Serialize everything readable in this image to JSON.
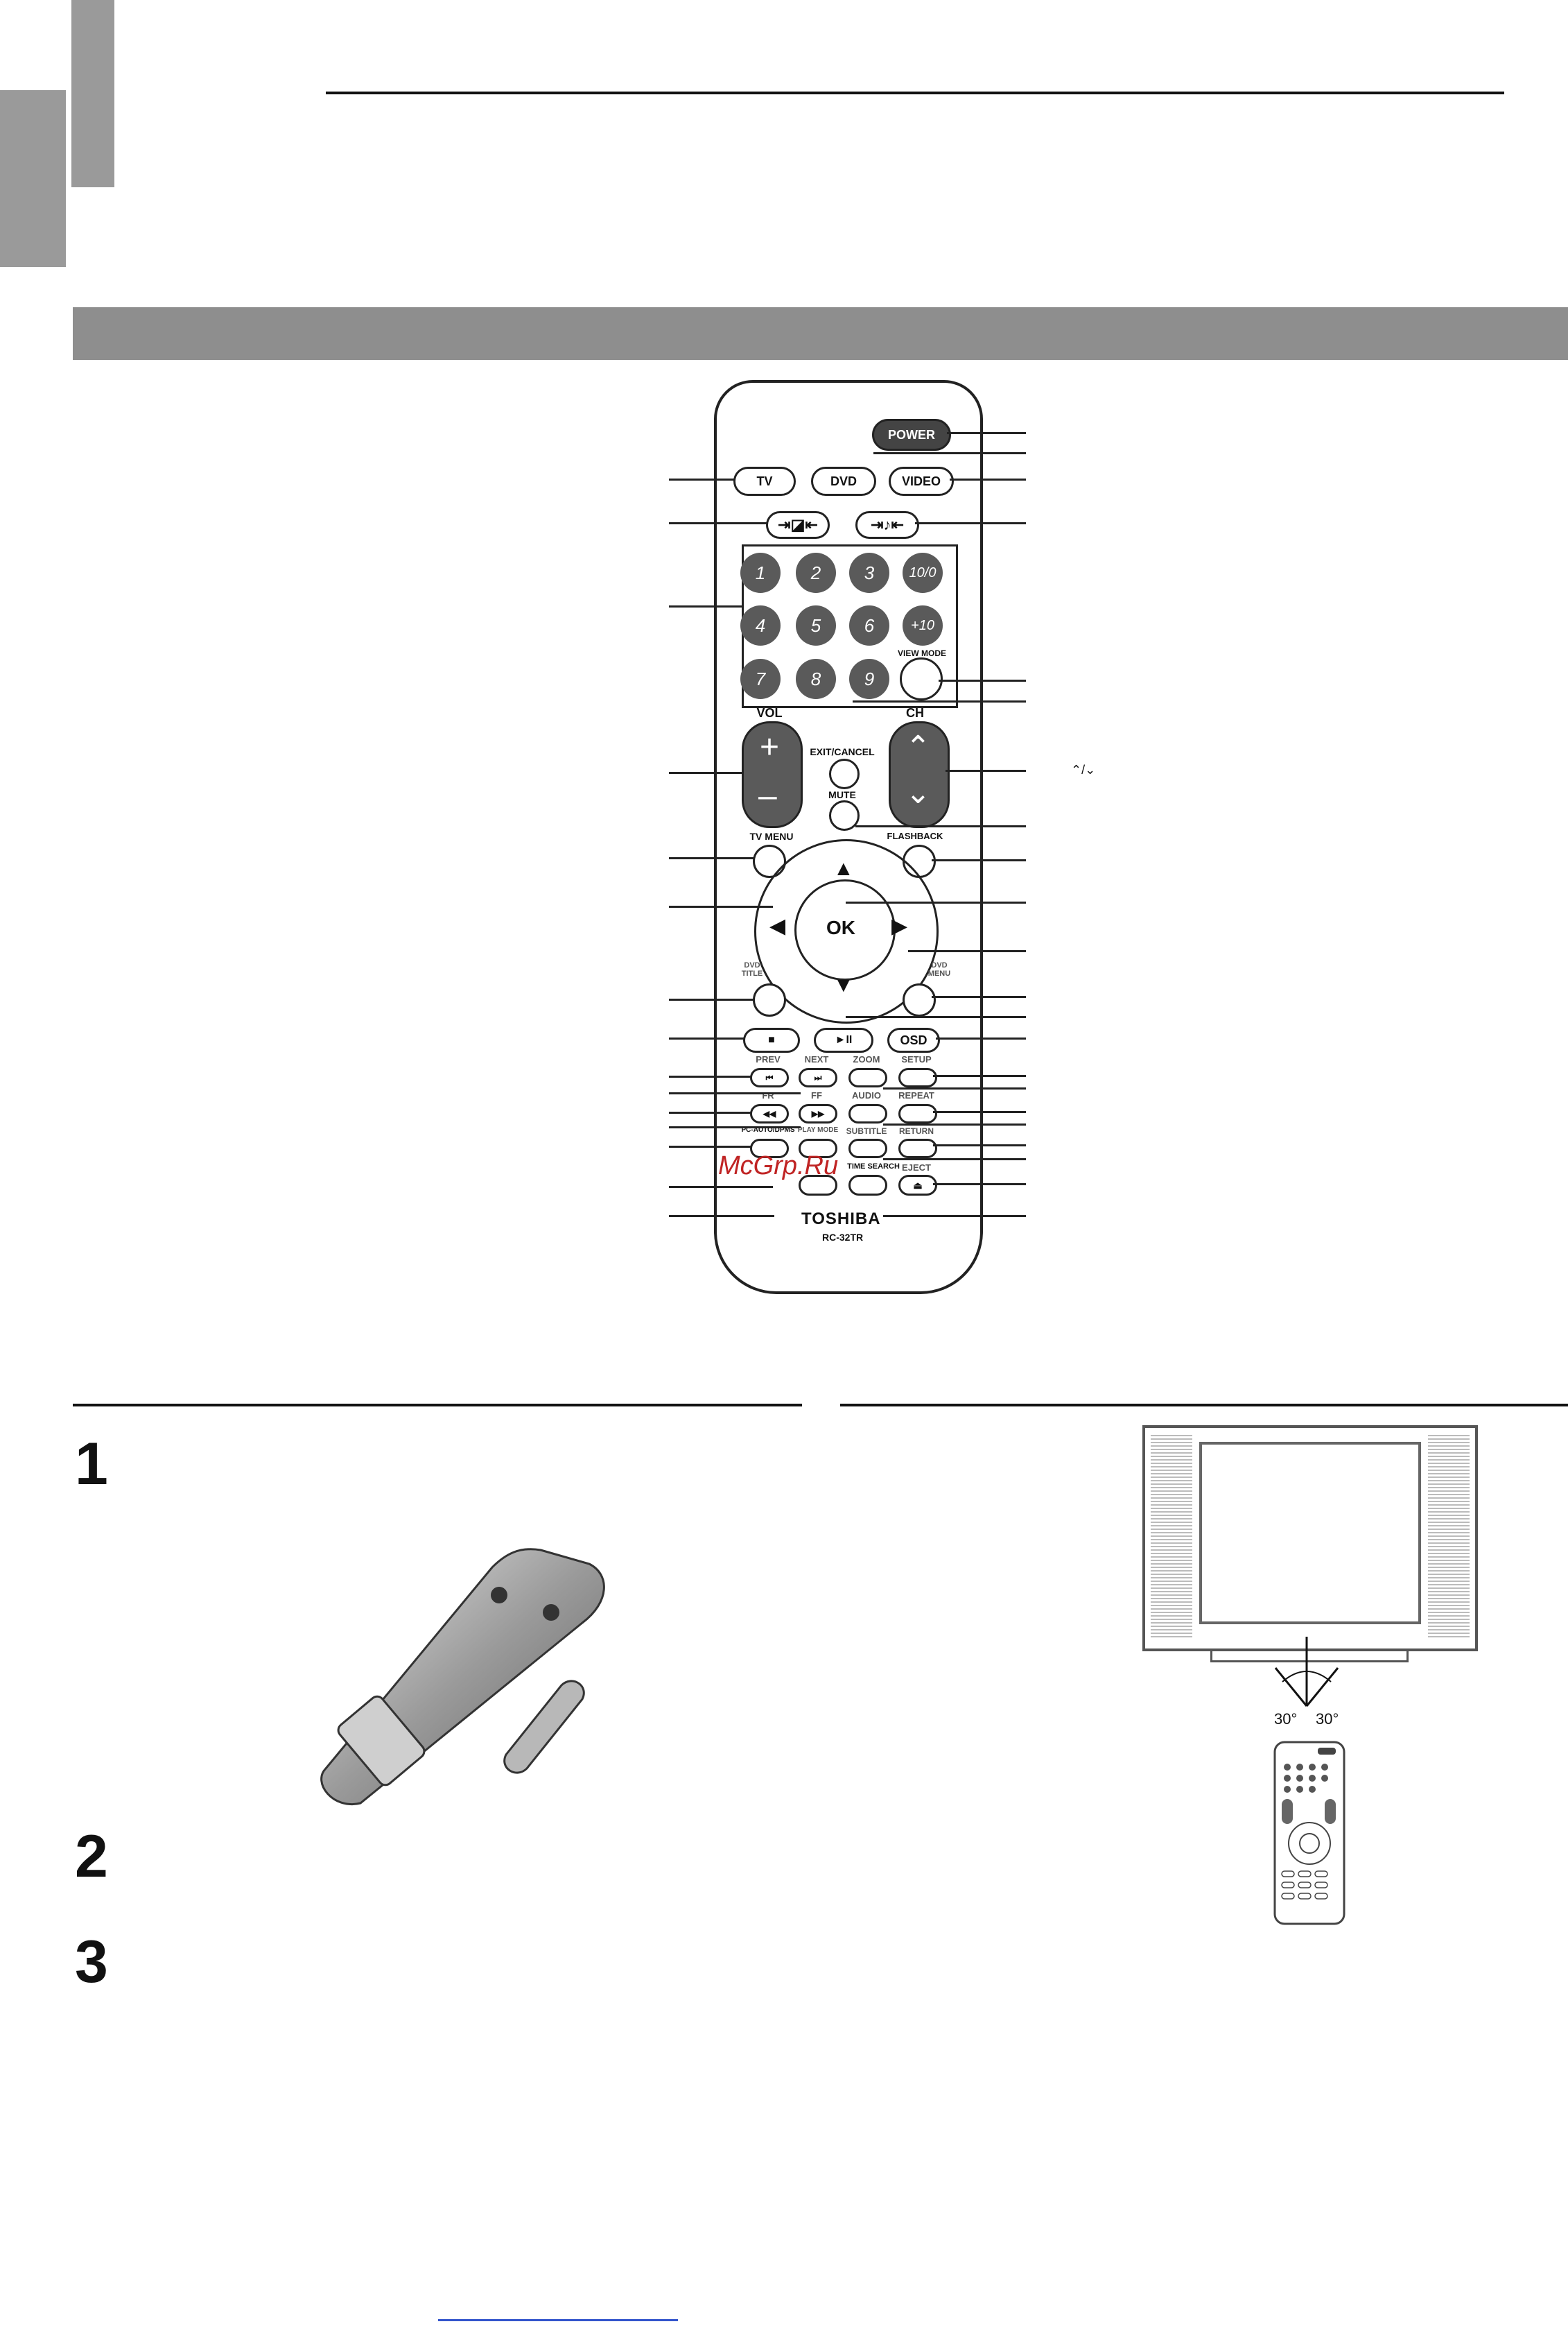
{
  "remote": {
    "brand": "TOSHIBA",
    "model": "RC-32TR",
    "buttons": {
      "power": "POWER",
      "tv": "TV",
      "dvd": "DVD",
      "video": "VIDEO",
      "num1": "1",
      "num2": "2",
      "num3": "3",
      "num10": "10/0",
      "num4": "4",
      "num5": "5",
      "num6": "6",
      "plus10": "+10",
      "num7": "7",
      "num8": "8",
      "num9": "9",
      "view_mode": "VIEW MODE",
      "vol": "VOL",
      "vol_plus": "+",
      "vol_minus": "–",
      "ch": "CH",
      "exit_cancel": "EXIT/CANCEL",
      "mute": "MUTE",
      "tv_menu": "TV MENU",
      "flashback": "FLASHBACK",
      "ok": "OK",
      "dvd_title": "DVD\nTITLE",
      "dvd_menu": "DVD\nMENU",
      "stop": "■",
      "play_pause": "►II",
      "osd": "OSD",
      "prev": "PREV",
      "next": "NEXT",
      "zoom": "ZOOM",
      "setup": "SETUP",
      "fr": "FR",
      "ff": "FF",
      "audio": "AUDIO",
      "repeat": "REPEAT",
      "pc_auto": "PC-AUTO/DPMS",
      "play_mode": "PLAY MODE",
      "subtitle": "SUBTITLE",
      "return": "RETURN",
      "eject": "EJECT",
      "time_search": "TIME SEARCH"
    },
    "ch_label_side": "⌃/⌄"
  },
  "watermark": "McGrp.Ru",
  "steps": [
    "1",
    "2",
    "3"
  ],
  "angles": {
    "left": "30°",
    "right": "30°"
  },
  "colors": {
    "band": "#8e8e8e",
    "tab": "#9a9a9a",
    "watermark": "#c02424"
  }
}
